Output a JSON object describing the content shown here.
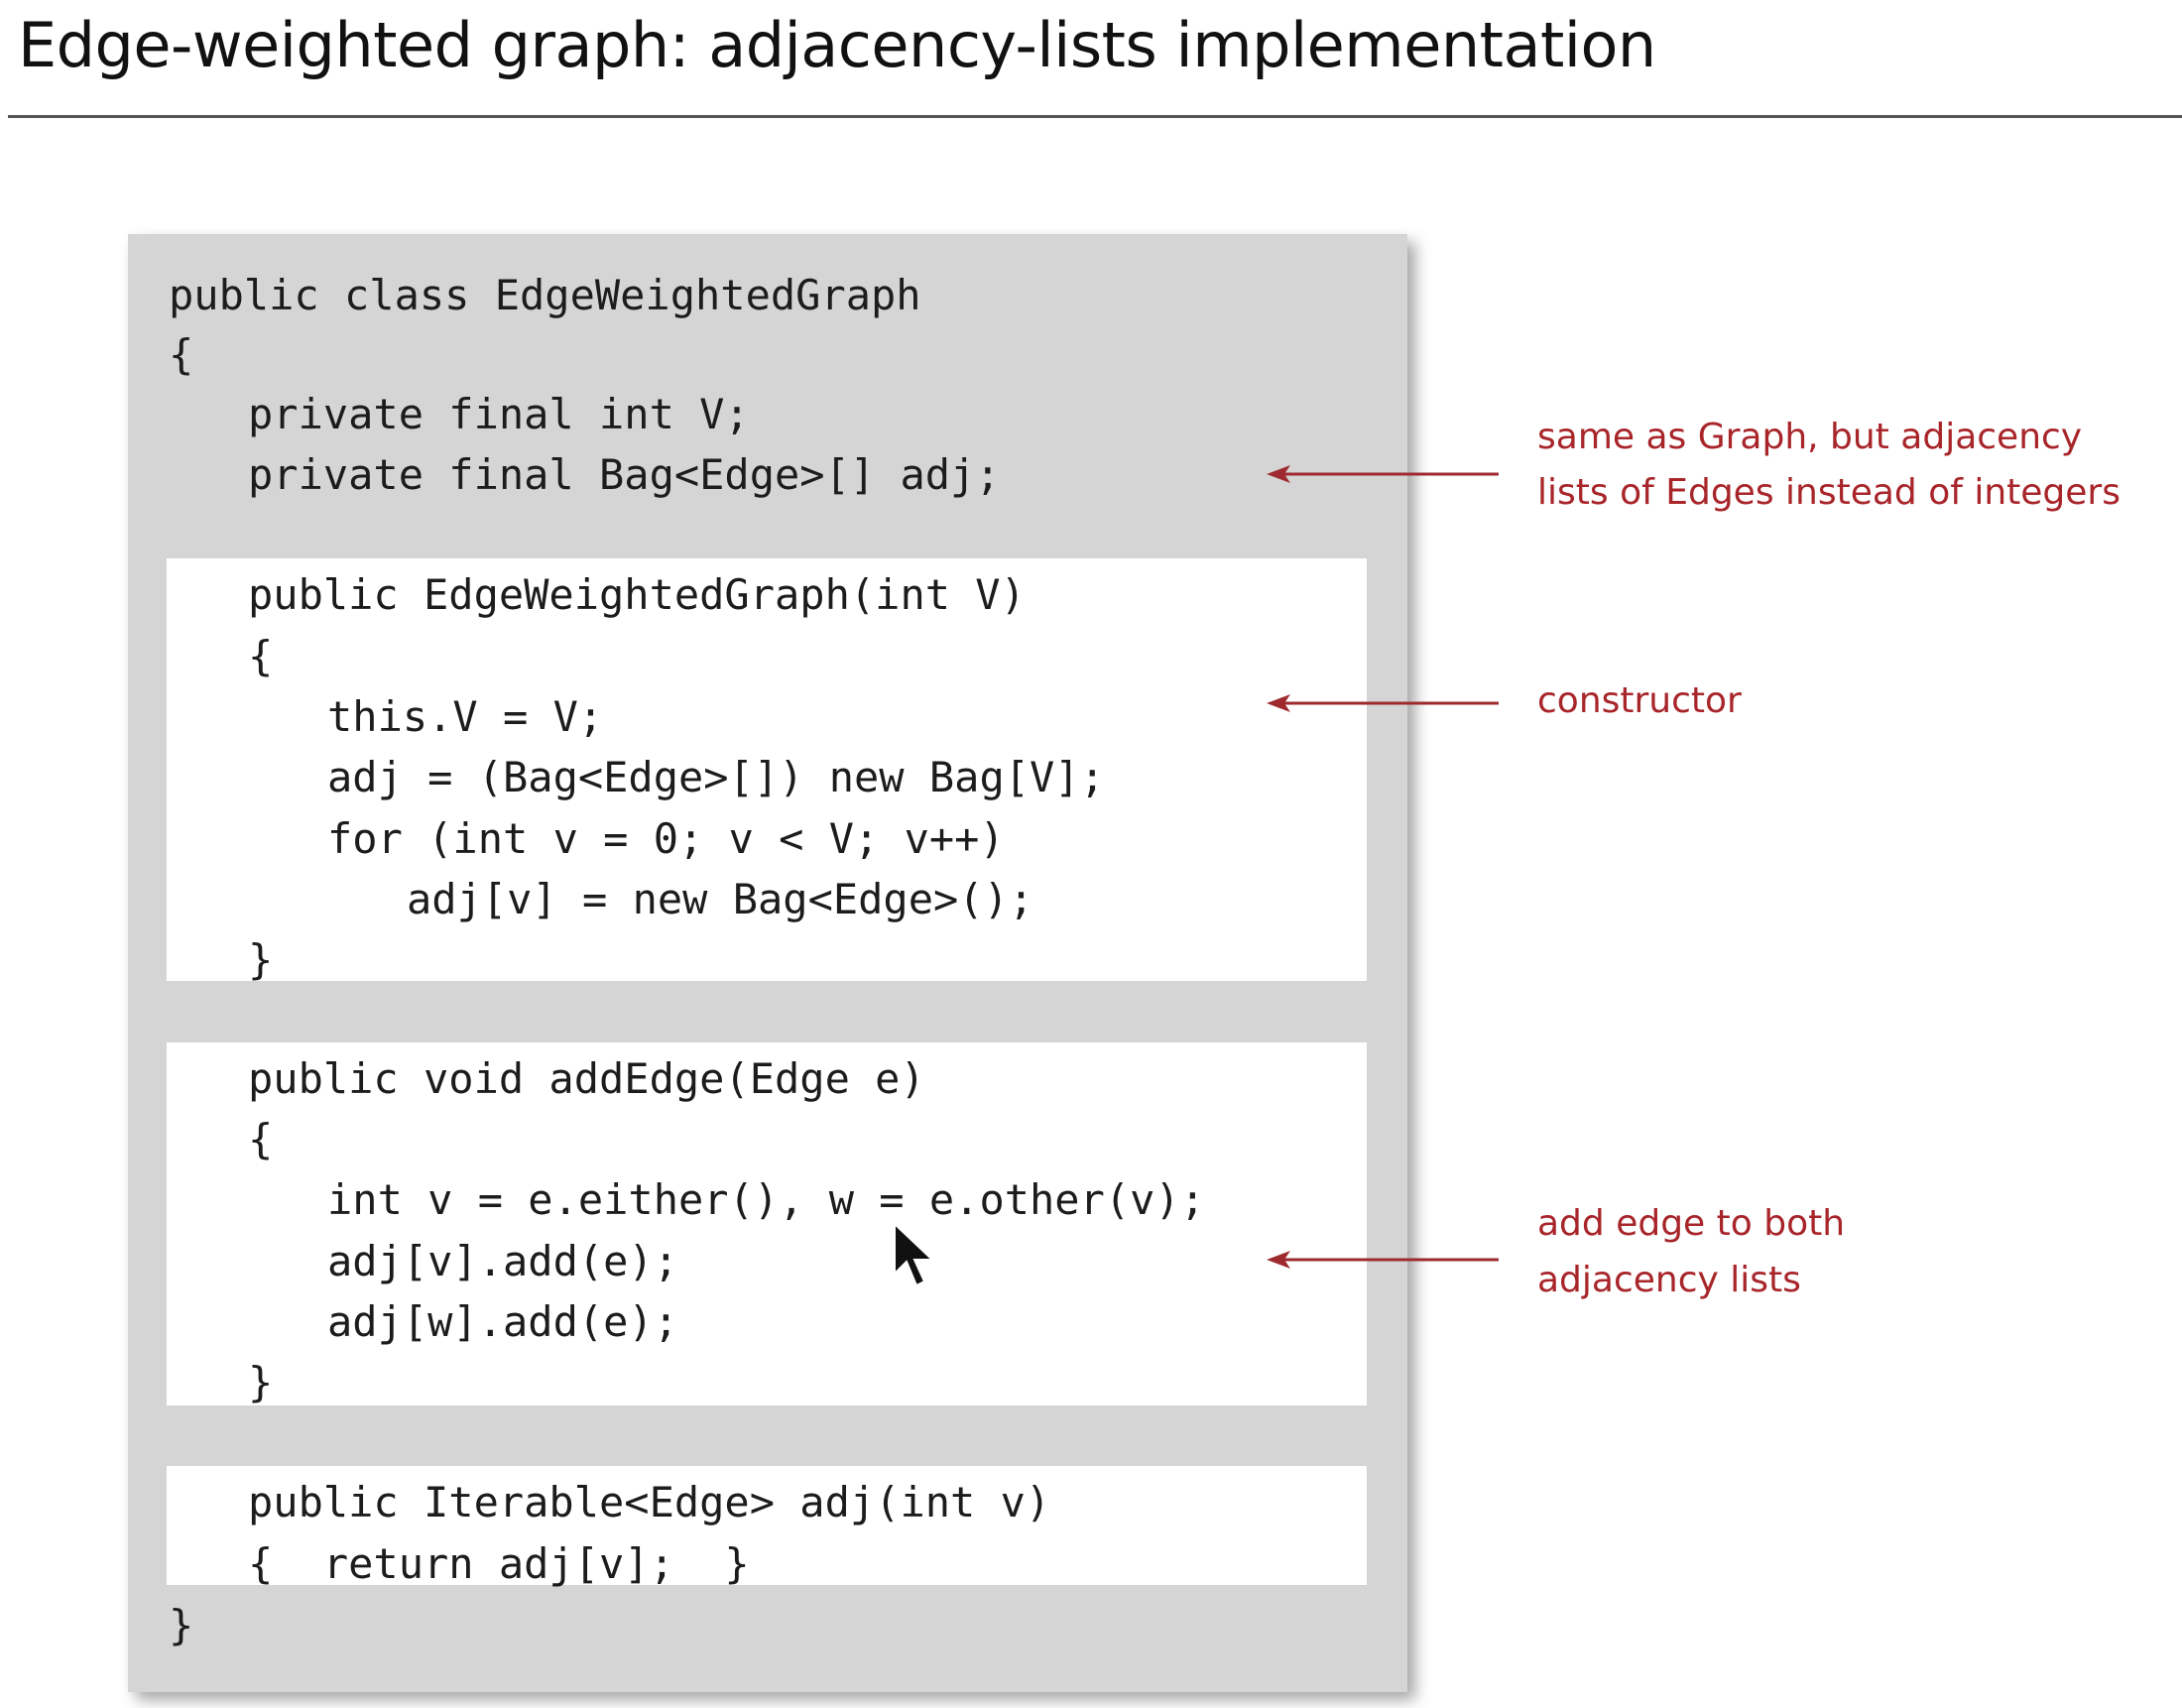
{
  "title": "Edge-weighted graph:  adjacency-lists implementation",
  "code": {
    "class_header": "public class EdgeWeightedGraph",
    "class_open": "{",
    "field_v": "private final int V;",
    "field_adj": "private final Bag<Edge>[] adj;",
    "constructor": {
      "signature": "public EdgeWeightedGraph(int V)",
      "open": "{",
      "line1": "this.V = V;",
      "line2": "adj = (Bag<Edge>[]) new Bag[V];",
      "line3": "for (int v = 0; v < V; v++)",
      "line4": "adj[v] = new Bag<Edge>();",
      "close": "}"
    },
    "add_edge": {
      "signature": "public void addEdge(Edge e)",
      "open": "{",
      "line1": "int v = e.either(), w = e.other(v);",
      "line2": "adj[v].add(e);",
      "line3": "adj[w].add(e);",
      "close": "}"
    },
    "adj_method": {
      "signature": "public Iterable<Edge> adj(int v)",
      "body": "{  return adj[v];  }"
    },
    "class_close": "}"
  },
  "annotations": {
    "fields": [
      "same as Graph, but adjacency",
      "lists of Edges instead of integers"
    ],
    "constructor": [
      "constructor"
    ],
    "add_edge": [
      "add edge to both",
      "adjacency lists"
    ]
  },
  "colors": {
    "annotation": "#a8252a",
    "panel": "#d5d5d5",
    "code_block": "#ffffff"
  },
  "icons": {
    "cursor": "mouse-pointer-icon"
  }
}
